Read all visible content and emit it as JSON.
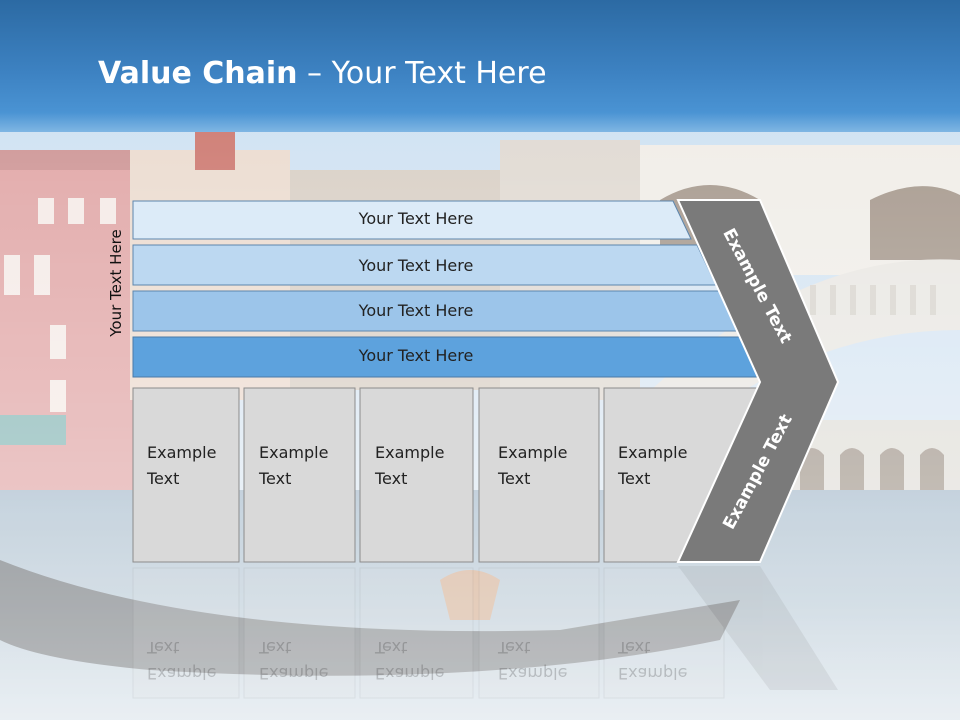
{
  "slide": {
    "title_bold": "Value Chain",
    "title_rest": " – Your Text Here"
  },
  "diagram": {
    "side_label": "Your Text Here",
    "rows": [
      {
        "label": "Your Text Here",
        "color": "#dcebf8"
      },
      {
        "label": "Your Text Here",
        "color": "#bcd8f1"
      },
      {
        "label": "Your Text Here",
        "color": "#9cc5ea"
      },
      {
        "label": "Your Text Here",
        "color": "#5da2dd"
      }
    ],
    "boxes": [
      {
        "line1": "Example",
        "line2": "Text"
      },
      {
        "line1": "Example",
        "line2": "Text"
      },
      {
        "line1": "Example",
        "line2": "Text"
      },
      {
        "line1": "Example",
        "line2": "Text"
      },
      {
        "line1": "Example",
        "line2": "Text"
      }
    ],
    "chevron_top_label": "Example Text",
    "chevron_bottom_label": "Example Text",
    "chevron_color": "#7a7a7a",
    "box_color": "#d9d9d9"
  }
}
